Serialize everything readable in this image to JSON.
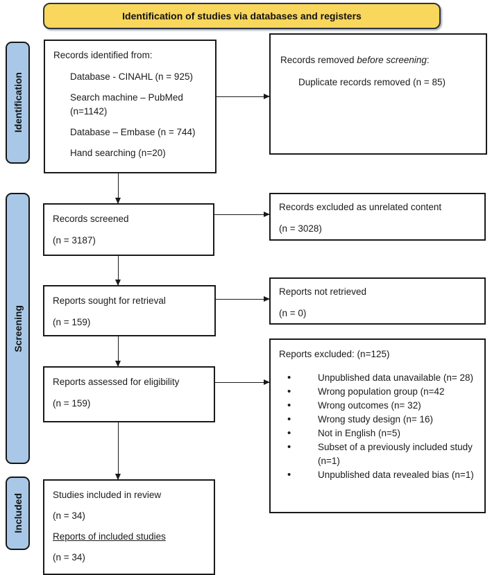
{
  "banner": {
    "title": "Identification of studies via databases and registers"
  },
  "sidebar": {
    "items": [
      {
        "label": "Identification"
      },
      {
        "label": "Screening"
      },
      {
        "label": "Included"
      }
    ]
  },
  "boxes": {
    "identified": {
      "title": "Records identified from:",
      "items": [
        "Database - CINAHL (n = 925)",
        "Search machine – PubMed (n=1142)",
        "Database – Embase (n = 744)",
        "Hand searching (n=20)"
      ]
    },
    "removed": {
      "title_prefix": "Records removed ",
      "title_italic": "before screening",
      "title_suffix": ":",
      "item": "Duplicate records removed (n = 85)"
    },
    "screened": {
      "line1": "Records screened",
      "line2": "(n = 3187)"
    },
    "excluded_records": {
      "line1": "Records excluded as unrelated content",
      "line2": "(n = 3028)"
    },
    "sought": {
      "line1": "Reports sought for retrieval",
      "line2": "(n = 159)"
    },
    "not_retrieved": {
      "line1": "Reports not retrieved",
      "line2": "(n = 0)"
    },
    "assessed": {
      "line1": "Reports assessed for eligibility",
      "line2": "(n = 159)"
    },
    "excluded_reports": {
      "title": "Reports excluded: (n=125)",
      "items": [
        "Unpublished data unavailable (n= 28)",
        "Wrong population group (n=42",
        "Wrong outcomes (n= 32)",
        "Wrong study design (n= 16)",
        "Not in English (n=5)",
        "Subset of a previously included study (n=1)",
        "Unpublished data revealed bias (n=1)"
      ]
    },
    "included": {
      "line1": "Studies included in review",
      "line2": "(n = 34)",
      "line3": "Reports of included studies",
      "line4": "(n = 34)"
    }
  },
  "colors": {
    "banner_fill": "#F9D65C",
    "banner_border": "#2A3441",
    "sidebar_fill": "#A9C8E8",
    "box_border": "#1A1A1A",
    "arrow": "#1A1A1A"
  }
}
